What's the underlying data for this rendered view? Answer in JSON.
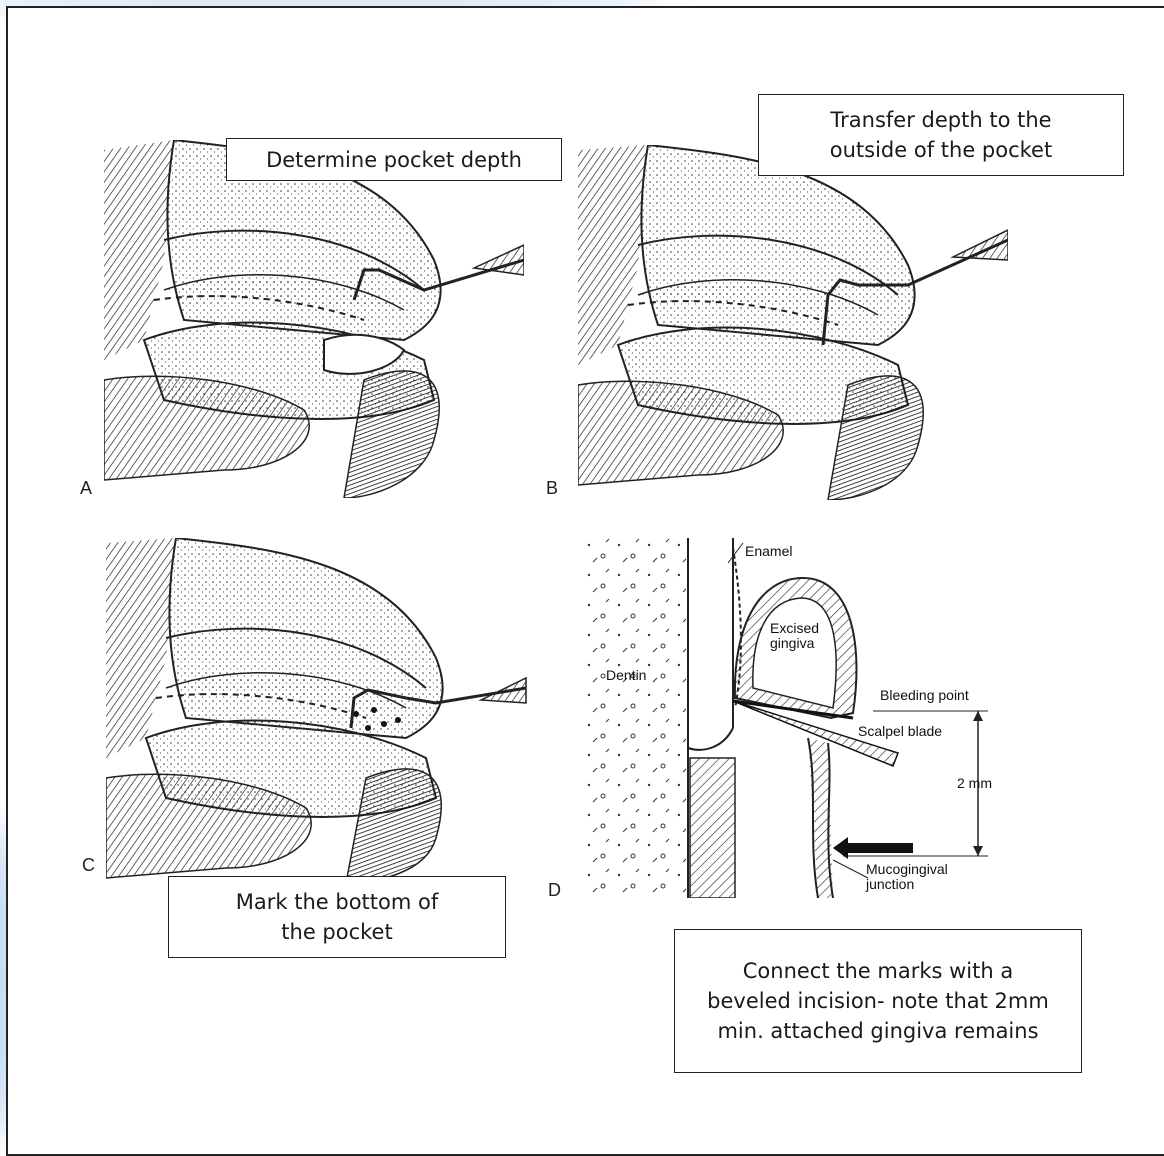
{
  "background": {
    "accent": "#bcd6ee",
    "frame": "#222222"
  },
  "panels": {
    "a": {
      "letter": "A",
      "callout": [
        "Determine pocket depth"
      ]
    },
    "b": {
      "letter": "B",
      "callout": [
        "Transfer depth to the",
        "outside of the pocket"
      ]
    },
    "c": {
      "letter": "C",
      "callout": [
        "Mark the bottom of",
        "the pocket"
      ]
    },
    "d": {
      "letter": "D",
      "labels": {
        "enamel": "Enamel",
        "excised_1": "Excised",
        "excised_2": "gingiva",
        "dentin": "Dentin",
        "bleeding": "Bleeding point",
        "scalpel": "Scalpel blade",
        "measure": "2 mm",
        "mucog_1": "Mucogingival",
        "mucog_2": "junction"
      },
      "callout": [
        "Connect the marks with a",
        "beveled incision- note that 2mm",
        "min. attached gingiva remains"
      ]
    }
  }
}
